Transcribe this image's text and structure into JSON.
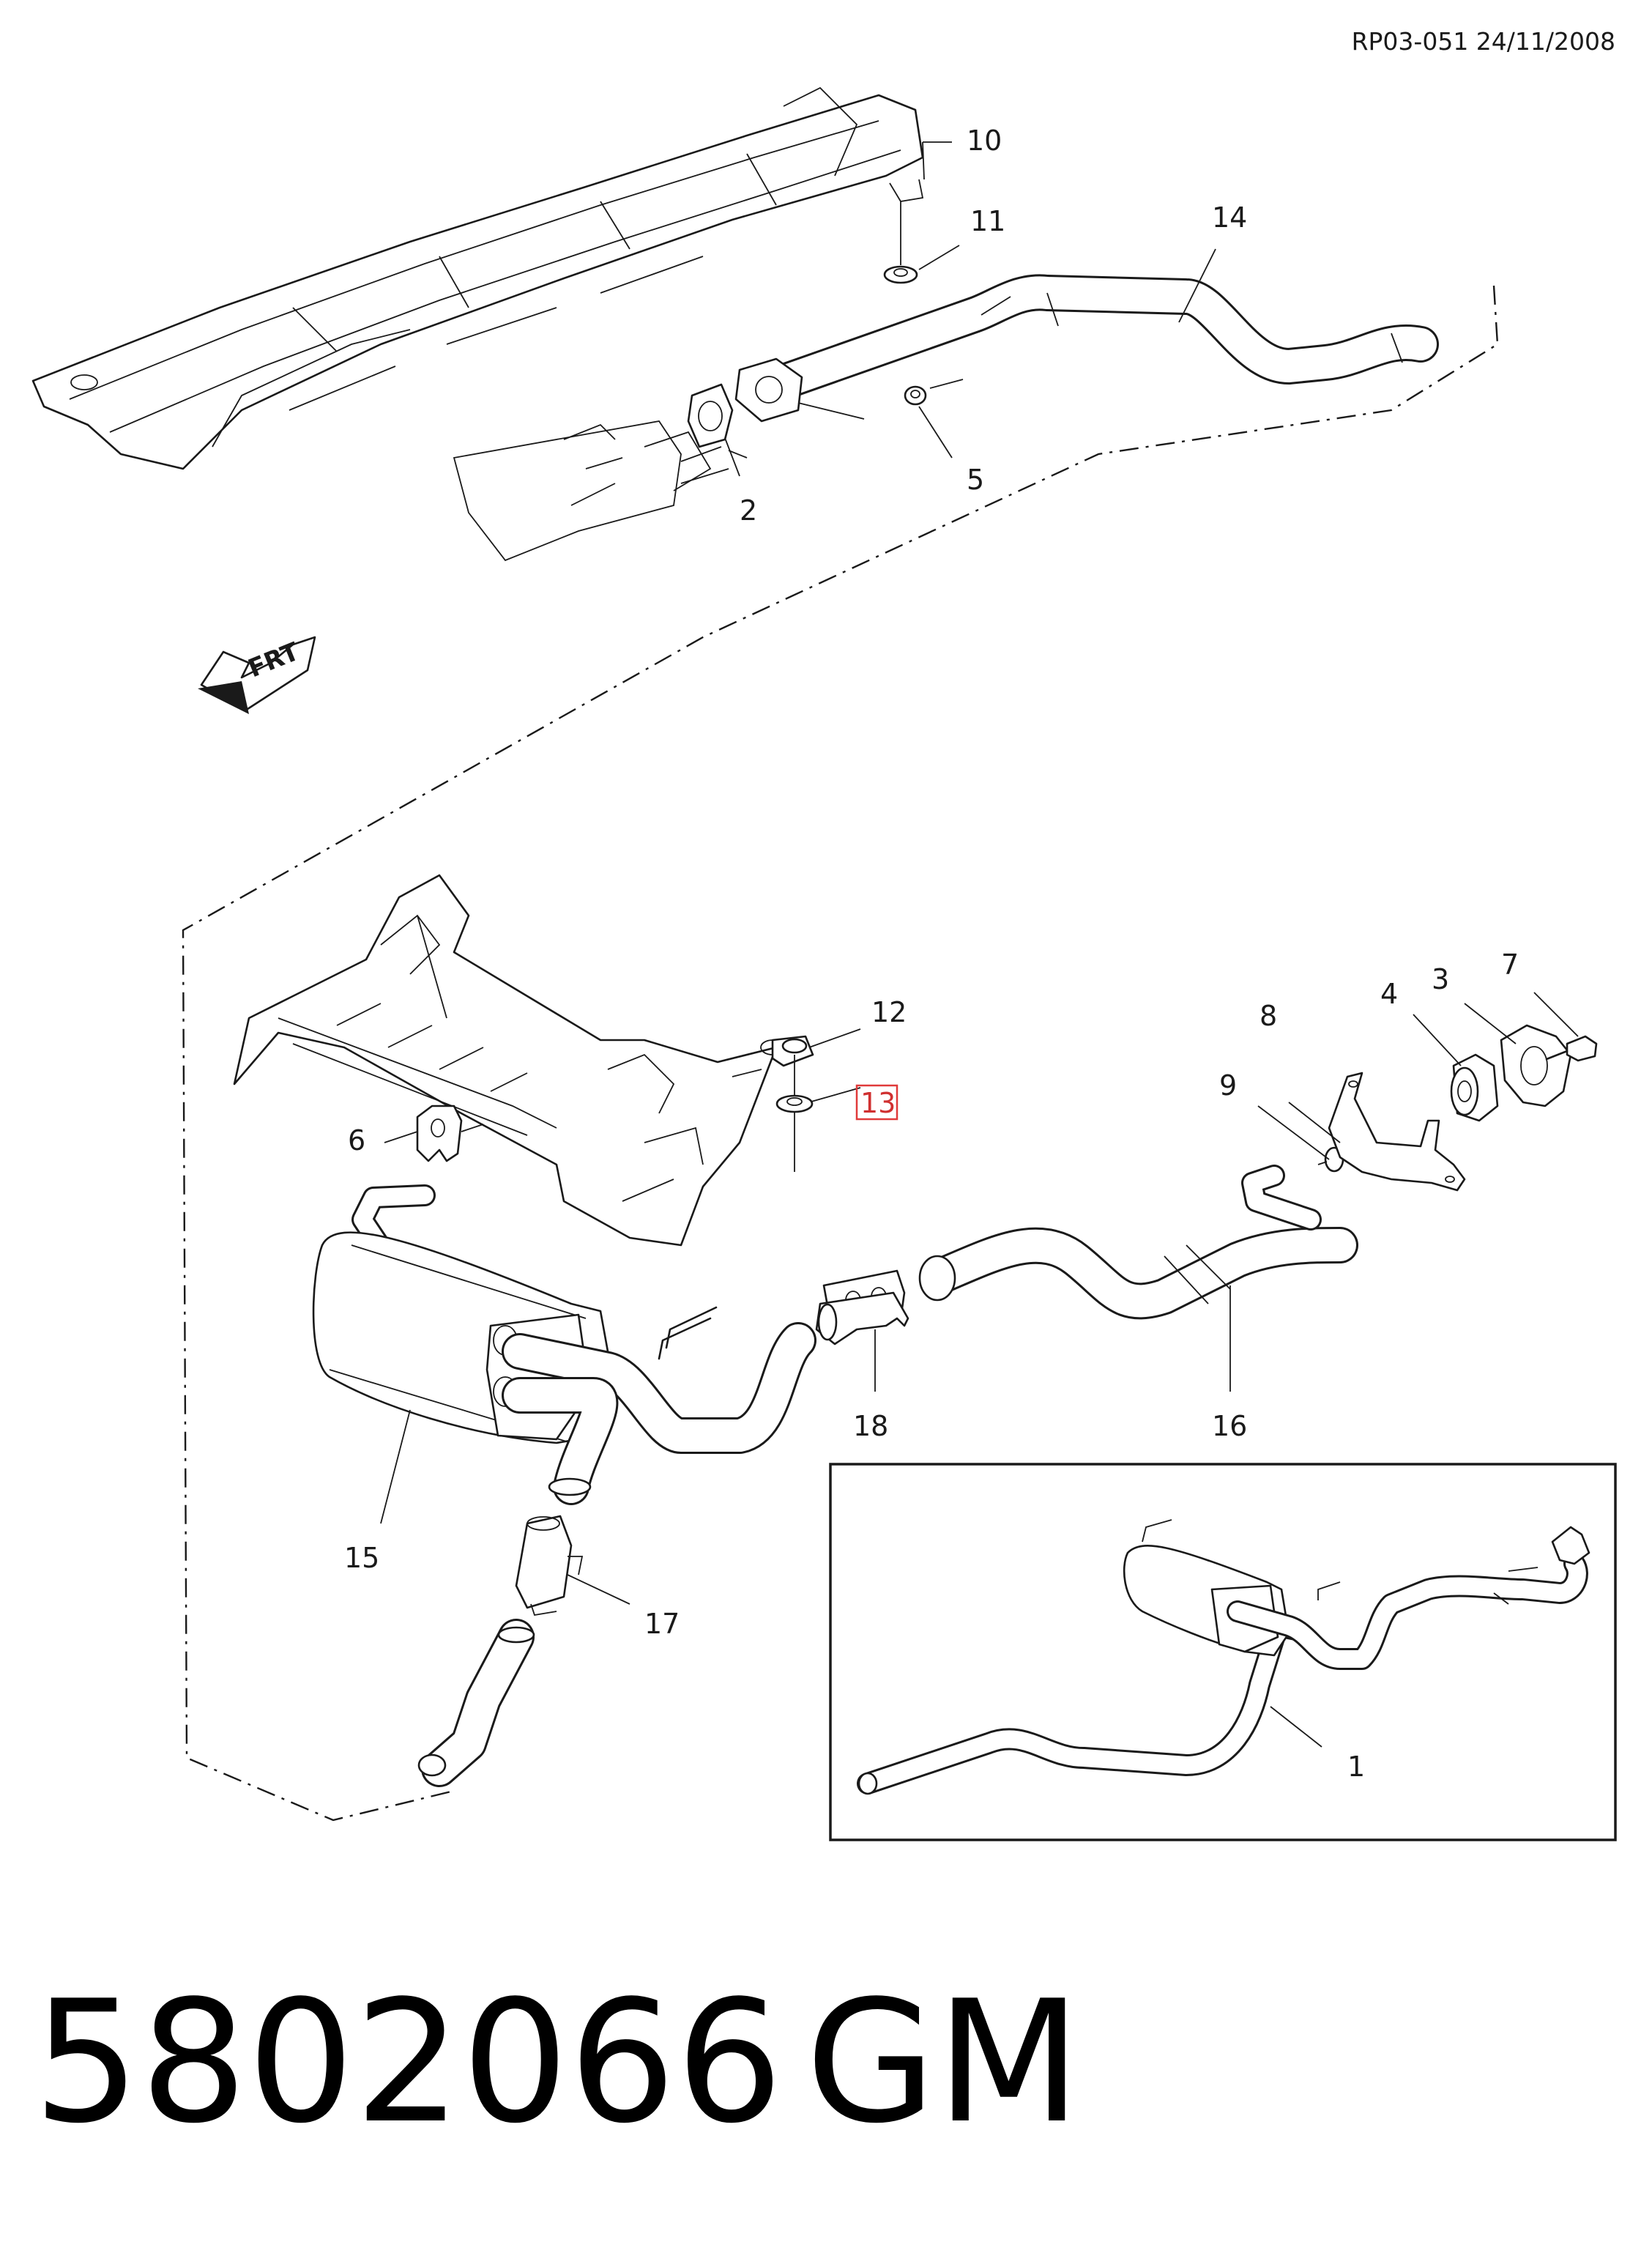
{
  "reference": "RP03-051 24/11/2008",
  "part_number": "5802066",
  "brand": "GM",
  "front_arrow_text": "FRT",
  "callouts": [
    "1",
    "2",
    "3",
    "4",
    "5",
    "6",
    "7",
    "8",
    "9",
    "10",
    "11",
    "12",
    "13",
    "14",
    "15",
    "16",
    "17",
    "18"
  ],
  "highlighted_callout": "13"
}
